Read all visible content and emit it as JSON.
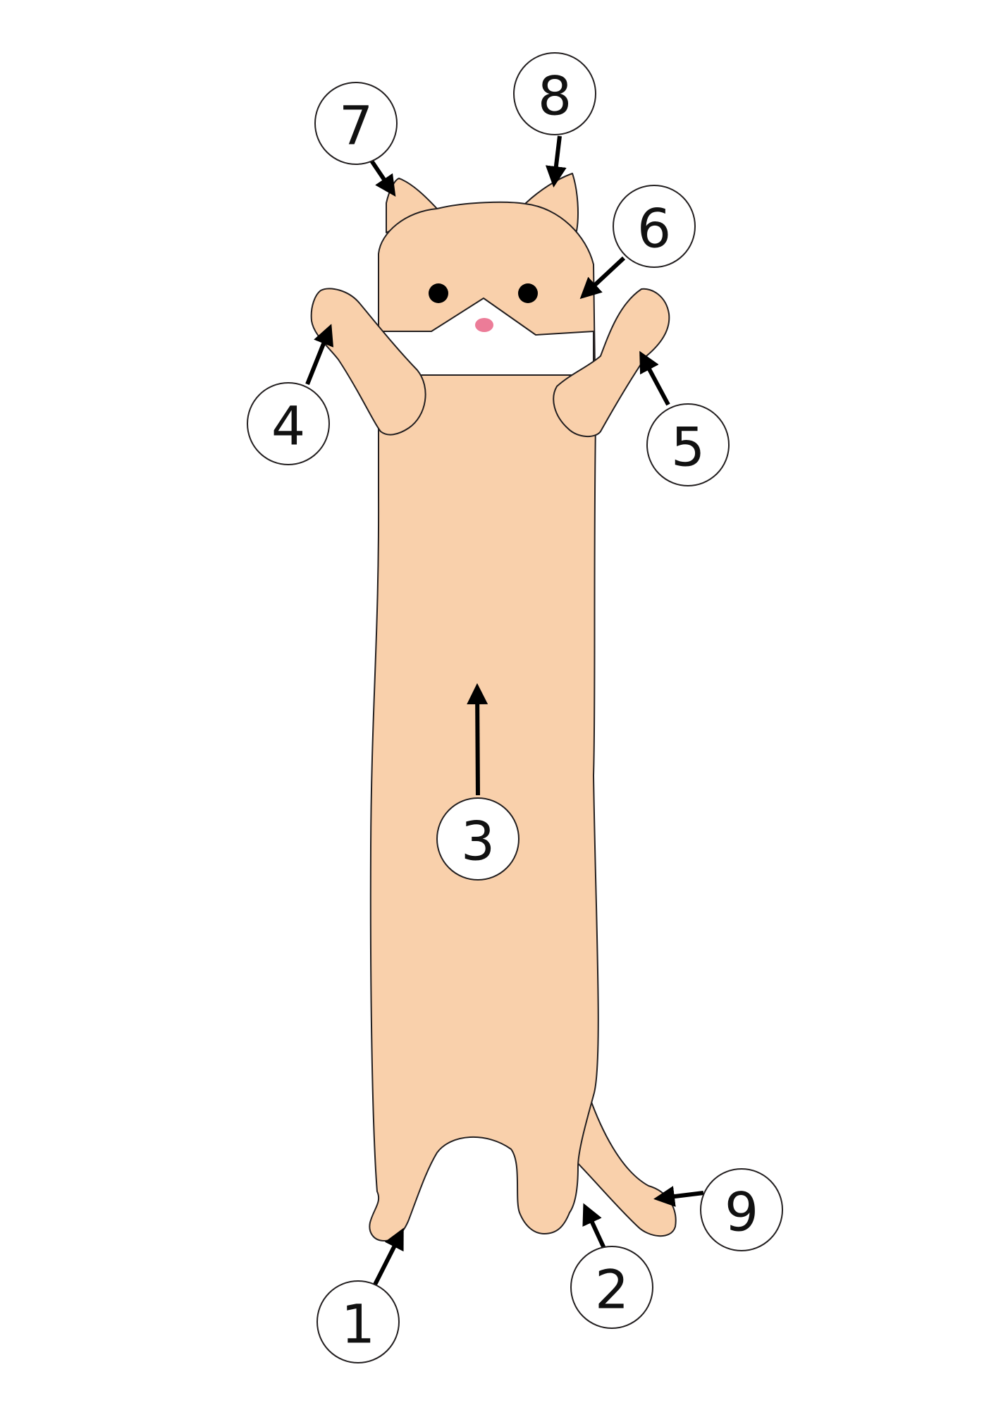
{
  "colors": {
    "body_fill": "#f9d0ab",
    "outline": "#231f20",
    "collar": "#ffffff",
    "eye": "#000000",
    "nose": "#ec7c98",
    "arrow": "#000000",
    "callout_fill": "#ffffff"
  },
  "callouts": [
    {
      "label": "1",
      "target": "left-hind-paw"
    },
    {
      "label": "2",
      "target": "right-hind-paw"
    },
    {
      "label": "3",
      "target": "body"
    },
    {
      "label": "4",
      "target": "left-front-paw"
    },
    {
      "label": "5",
      "target": "right-front-paw"
    },
    {
      "label": "6",
      "target": "head"
    },
    {
      "label": "7",
      "target": "left-ear"
    },
    {
      "label": "8",
      "target": "right-ear"
    },
    {
      "label": "9",
      "target": "tail"
    }
  ]
}
